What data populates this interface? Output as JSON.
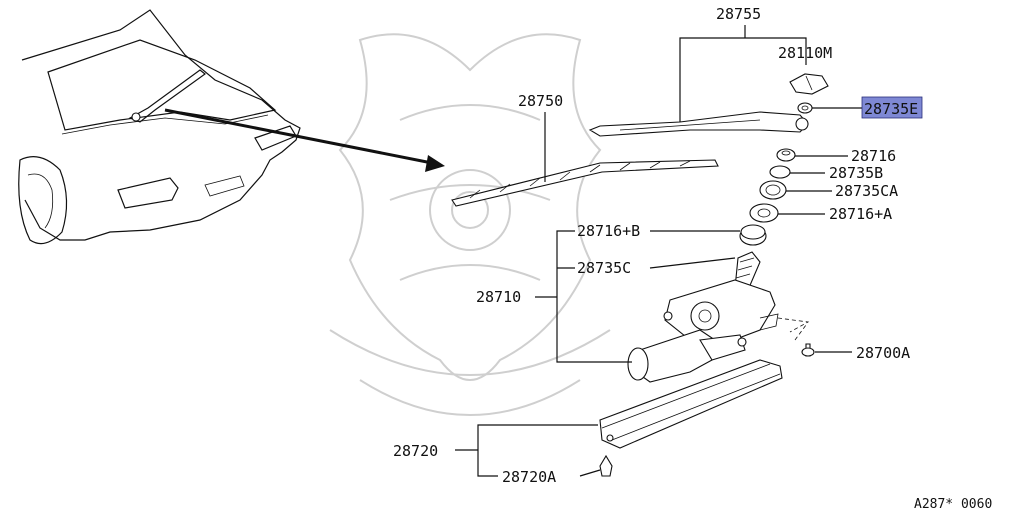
{
  "parts": {
    "p28755": "28755",
    "p28110M": "28110M",
    "p28750": "28750",
    "p28735E": "28735E",
    "p28716": "28716",
    "p28735B": "28735B",
    "p28735CA": "28735CA",
    "p28716A": "28716+A",
    "p28716B": "28716+B",
    "p28735C": "28735C",
    "p28710": "28710",
    "p28700A": "28700A",
    "p28720": "28720",
    "p28720A": "28720A"
  },
  "diagram_code": "A287* 0060",
  "highlight_color": "#7e88d4"
}
